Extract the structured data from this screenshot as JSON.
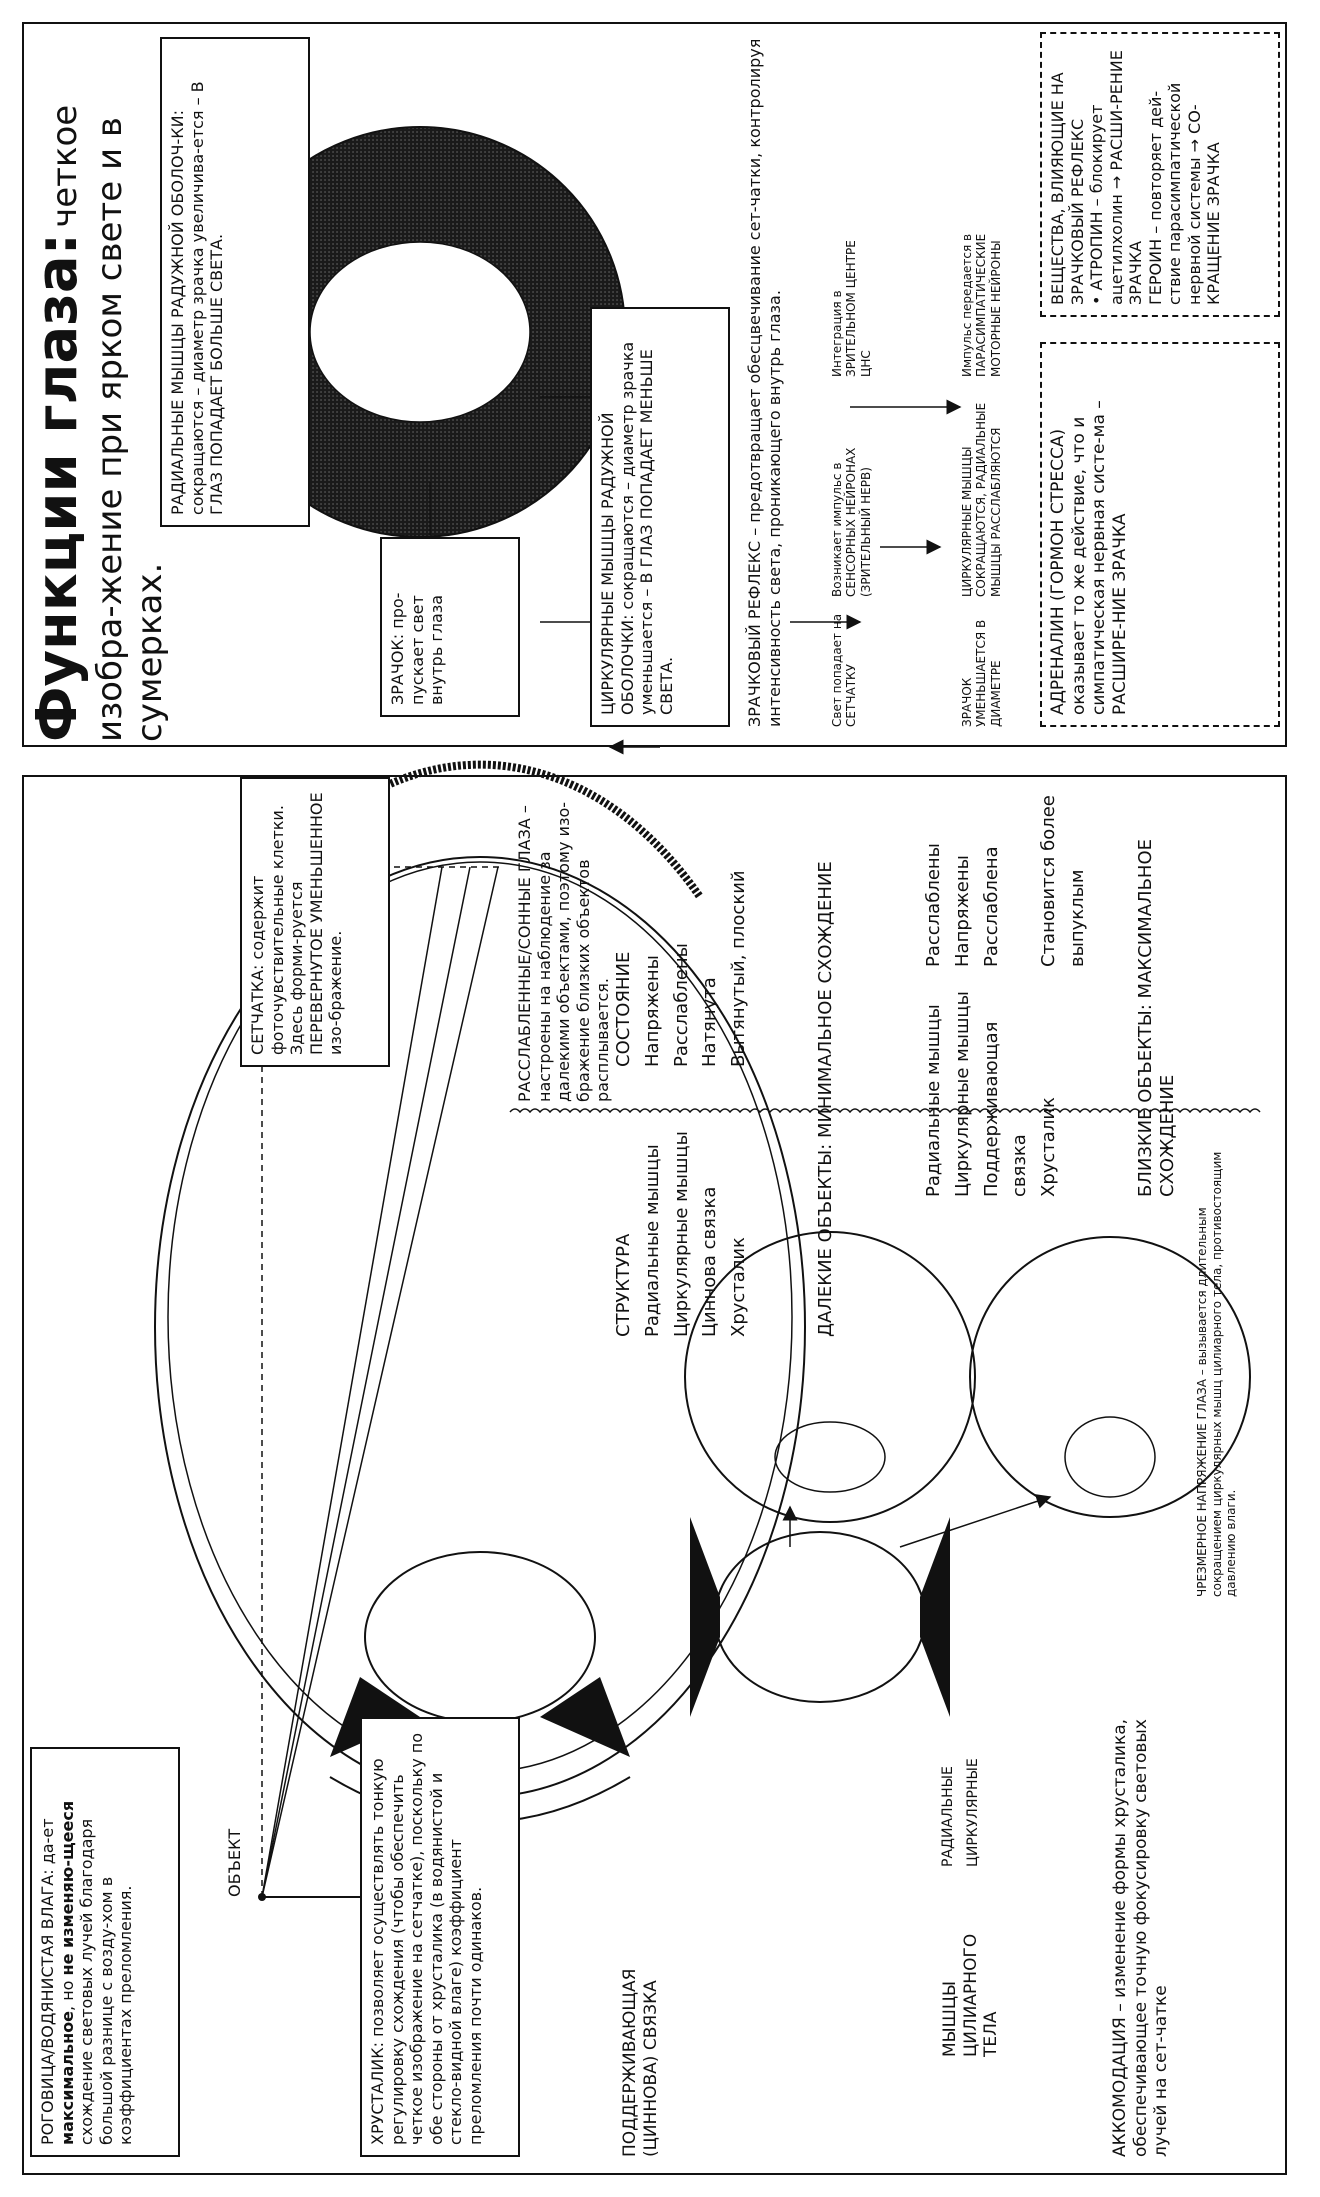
{
  "title": {
    "main": "Функции глаза:",
    "sub": "четкое изобра-жение при ярком свете и в сумерках."
  },
  "left": {
    "cornea": {
      "pre": "РОГОВИЦА/ВОДЯНИСТАЯ ВЛАГА: да-ет ",
      "b1": "максимальное",
      "mid": ", но ",
      "b2": "не изменяю-щееся",
      "post": " схождение световых лучей благодаря большой разнице с возду-хом в коэффициентах преломления."
    },
    "object_label": "ОБЪЕКТ",
    "lens": "ХРУСТАЛИК: позволяет осуществлять тонкую регулировку схождения (чтобы обеспечить четкое изображение на сетчатке), поскольку по обе стороны от хрусталика (в водянистой и стекло-видной влаге) коэффициент преломления почти одинаков.",
    "retina": "СЕТЧАТКА: содержит фоточувствительные клетки. Здесь форми-руется ПЕРЕВЕРНУТОЕ УМЕНЬШЕННОЕ изо-бражение.",
    "relaxed": "РАССЛАБЛЕННЫЕ/СОННЫЕ ГЛАЗА – настроены на наблюдение за далекими объектами, поэтому изо-бражение близких объектов расплывается.",
    "table_far": {
      "head": [
        "СТРУКТУРА",
        "СОСТОЯНИЕ"
      ],
      "rows": [
        [
          "Радиальные мышцы",
          "Напряжены"
        ],
        [
          "Циркулярные мышцы",
          "Расслаблены"
        ],
        [
          "Циннова связка",
          "Натянута"
        ],
        [
          "Хрусталик",
          "Вытянутый, плоский"
        ]
      ],
      "footer": "ДАЛЕКИЕ ОБЪЕКТЫ: МИНИМАЛЬНОЕ СХОЖДЕНИЕ"
    },
    "table_near": {
      "rows": [
        [
          "Радиальные мышцы",
          "Расслаблены"
        ],
        [
          "Циркулярные мышцы",
          "Напряжены"
        ],
        [
          "Поддерживающая связка",
          "Расслаблена"
        ],
        [
          "Хрусталик",
          "Становится более выпуклым"
        ]
      ],
      "footer": "БЛИЗКИЕ ОБЪЕКТЫ: МАКСИМАЛЬНОЕ СХОЖДЕНИЕ"
    },
    "ligament": "ПОДДЕРЖИВАЮЩАЯ (ЦИННОВА) СВЯЗКА",
    "radial": "РАДИАЛЬНЫЕ",
    "circular": "ЦИРКУЛЯРНЫЕ",
    "ciliary": "МЫШЦЫ ЦИЛИАРНОГО ТЕЛА",
    "accommodation": "АККОМОДАЦИЯ – изменение формы хрусталика, обеспечивающее точную фокусировку световых лучей на сет-чатке",
    "strain": "ЧРЕЗМЕРНОЕ НАПРЯЖЕНИЕ ГЛАЗА – вызывается длительным сокращением циркулярных мышц цилиарного тела, противостоящим давлению влаги."
  },
  "right": {
    "radial_iris": "РАДИАЛЬНЫЕ МЫШЦЫ РАДУЖНОЙ ОБОЛОЧ-КИ: сокращаются – диаметр зрачка увеличива-ется – В ГЛАЗ ПОПАДАЕТ БОЛЬШЕ СВЕТА.",
    "pupil": "ЗРАЧОК: про-пускает свет внутрь глаза",
    "circular_iris": "ЦИРКУЛЯРНЫЕ МЫШЦЫ РАДУЖНОЙ ОБОЛОЧКИ: сокращаются – диаметр зрачка уменьшается – В ГЛАЗ ПОПАДАЕТ МЕНЬШЕ СВЕТА.",
    "reflex": "ЗРАЧКОВЫЙ РЕФЛЕКС – предотвращает обесцвечивание сет-чатки, контролируя интенсивность света, проникающего внутрь глаза.",
    "flow": {
      "light": "Свет попадает на СЕТЧАТКУ",
      "sensory": "Возникает импульс в СЕНСОРНЫХ НЕЙРОНАХ (ЗРИТЕЛЬНЫЙ НЕРВ)",
      "integration": "Интеграция в ЗРИТЕЛЬНОМ ЦЕНТРЕ ЦНС",
      "parasym": "Импульс передается в ПАРАСИМПАТИЧЕСКИЕ МОТОРНЫЕ НЕЙРОНЫ",
      "muscles": "ЦИРКУЛЯРНЫЕ МЫШЦЫ СОКРАЩАЮТСЯ, РАДИАЛЬНЫЕ МЫШЦЫ РАССЛАБЛЯЮТСЯ",
      "pupil_small": "ЗРАЧОК УМЕНЬШАЕТСЯ В ДИАМЕТРЕ"
    },
    "adrenaline": "АДРЕНАЛИН (ГОРМОН СТРЕССА) оказывает то же действие, что и симпатическая нервная систе-ма – РАСШИРЕ-НИЕ ЗРАЧКА",
    "substances": {
      "title": "ВЕЩЕСТВА, ВЛИЯЮЩИЕ НА ЗРАЧКОВЫЙ РЕФЛЕКС",
      "atropine": "АТРОПИН – блокирует ацетилхолин → РАСШИ-РЕНИЕ ЗРАЧКА",
      "heroin": "ГЕРОИН – повторяет дей-ствие парасимпатической нервной системы → СО-КРАЩЕНИЕ ЗРАЧКА"
    }
  }
}
